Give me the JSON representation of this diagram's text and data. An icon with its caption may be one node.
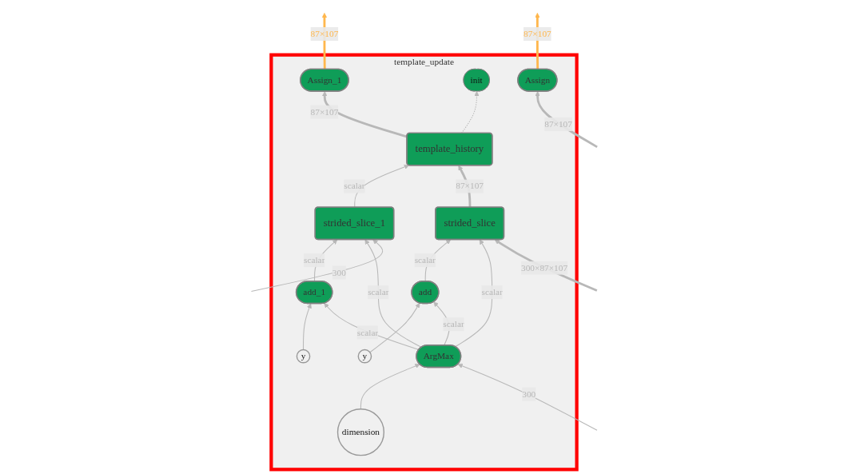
{
  "diagram": {
    "nodes": [
      {
        "text": [
          "template_update"
        ]
      },
      {
        "text": [
          "Assign_1"
        ],
        "in": 0
      },
      {
        "text": [
          "template_history"
        ],
        "in": 0
      },
      {
        "text": [
          "init"
        ],
        "in": 0
      },
      {
        "text": [
          "strided_slice_1"
        ],
        "in": 0
      },
      {
        "text": [
          "strided_slice"
        ],
        "in": 0
      },
      {
        "text": [
          "y"
        ],
        "in": 0
      },
      {
        "text": [
          "add_1"
        ],
        "in": 0
      },
      {
        "text": [
          "y"
        ],
        "in": 0
      },
      {
        "text": [
          "add"
        ],
        "in": 0
      },
      {
        "text": [
          "Assign"
        ],
        "in": 0
      },
      {
        "text": [
          "dimension"
        ],
        "in": 0
      },
      {
        "text": [
          "ArgMax"
        ],
        "in": 0
      }
    ],
    "edges": [
      {
        "from": 2,
        "to": 1,
        "arrow": "to",
        "label": "87×107",
        "style": "thick"
      },
      {
        "from": 2,
        "to": 3,
        "arrow": "to",
        "style": "dashed"
      },
      {
        "from": 4,
        "to": 2,
        "arrow": "to",
        "label": "scalar"
      },
      {
        "from": 5,
        "to": 2,
        "arrow": "to",
        "label": "87×107",
        "style": "thick"
      },
      {
        "from": 7,
        "to": 4,
        "arrow": "to",
        "label": "scalar"
      },
      {
        "from": 9,
        "to": 5,
        "arrow": "to",
        "label": "scalar"
      },
      {
        "from": 6,
        "to": 7,
        "arrow": "to"
      },
      {
        "from": 8,
        "to": 9,
        "arrow": "to"
      },
      {
        "from": 12,
        "to": 4,
        "arrow": "to",
        "label": "scalar"
      },
      {
        "from": 12,
        "to": 7,
        "arrow": "to",
        "label": "scalar"
      },
      {
        "from": 12,
        "to": 5,
        "arrow": "to",
        "label": "scalar"
      },
      {
        "from": 12,
        "to": 9,
        "arrow": "to",
        "label": "scalar"
      },
      {
        "from": 11,
        "to": 12,
        "arrow": "to"
      },
      {
        "from": 1,
        "to": null,
        "arrow": "to",
        "label": "87×107",
        "style": "thick",
        "color": "#ffb74d"
      },
      {
        "from": 10,
        "to": null,
        "arrow": "to",
        "label": "87×107",
        "style": "thick",
        "color": "#ffb74d"
      },
      {
        "from": null,
        "to": 10,
        "arrow": "to",
        "label": "87×107",
        "style": "thick"
      },
      {
        "from": null,
        "to": 4,
        "arrow": "to",
        "label": "300"
      },
      {
        "from": null,
        "to": 12,
        "arrow": "to",
        "label": "300"
      },
      {
        "from": null,
        "to": 5,
        "arrow": "to",
        "label": "300×87×107",
        "style": "thick"
      }
    ]
  }
}
